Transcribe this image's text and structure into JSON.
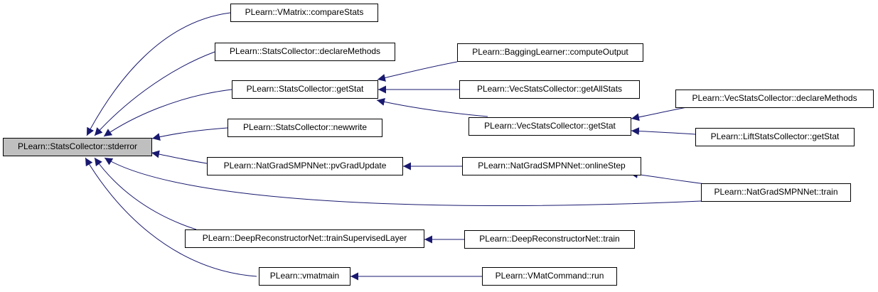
{
  "graph": {
    "edge_color": "#191970",
    "root_fill": "#bfbfbf",
    "nodes": {
      "stderror": "PLearn::StatsCollector::stderror",
      "vm_compare": "PLearn::VMatrix::compareStats",
      "sc_declare": "PLearn::StatsCollector::declareMethods",
      "sc_getstat": "PLearn::StatsCollector::getStat",
      "sc_newwrite": "PLearn::StatsCollector::newwrite",
      "ng_pvgrad": "PLearn::NatGradSMPNNet::pvGradUpdate",
      "drn_tsl": "PLearn::DeepReconstructorNet::trainSupervisedLayer",
      "vmatmain": "PLearn::vmatmain",
      "bag_compute": "PLearn::BaggingLearner::computeOutput",
      "vsc_getall": "PLearn::VecStatsCollector::getAllStats",
      "vsc_getstat": "PLearn::VecStatsCollector::getStat",
      "ng_online": "PLearn::NatGradSMPNNet::onlineStep",
      "drn_train": "PLearn::DeepReconstructorNet::train",
      "vmc_run": "PLearn::VMatCommand::run",
      "vsc_declare": "PLearn::VecStatsCollector::declareMethods",
      "lift_getstat": "PLearn::LiftStatsCollector::getStat",
      "ng_train": "PLearn::NatGradSMPNNet::train"
    },
    "edges": [
      [
        "vm_compare",
        "stderror"
      ],
      [
        "sc_declare",
        "stderror"
      ],
      [
        "sc_getstat",
        "stderror"
      ],
      [
        "sc_newwrite",
        "stderror"
      ],
      [
        "ng_pvgrad",
        "stderror"
      ],
      [
        "ng_train",
        "stderror"
      ],
      [
        "drn_tsl",
        "stderror"
      ],
      [
        "vmatmain",
        "stderror"
      ],
      [
        "bag_compute",
        "sc_getstat"
      ],
      [
        "vsc_getall",
        "sc_getstat"
      ],
      [
        "vsc_getstat",
        "sc_getstat"
      ],
      [
        "vsc_declare",
        "vsc_getstat"
      ],
      [
        "lift_getstat",
        "vsc_getstat"
      ],
      [
        "ng_online",
        "ng_pvgrad"
      ],
      [
        "ng_train",
        "ng_online"
      ],
      [
        "drn_train",
        "drn_tsl"
      ],
      [
        "vmc_run",
        "vmatmain"
      ]
    ]
  }
}
